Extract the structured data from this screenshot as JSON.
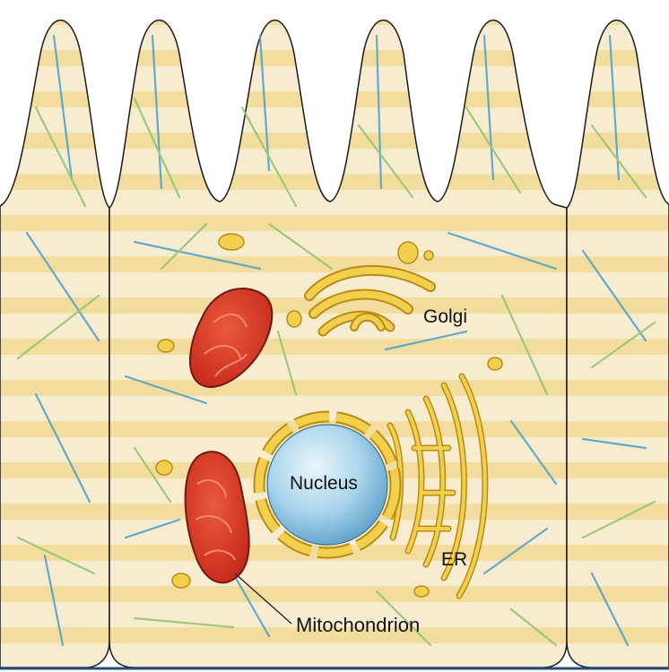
{
  "labels": {
    "golgi": "Golgi",
    "nucleus": "Nucleus",
    "er": "ER",
    "mitochondrion": "Mitochondrion"
  },
  "colors": {
    "cytoplasm": "#f6e8c2",
    "cytoplasm_band": "#f1d98f",
    "outline": "#1a1a1a",
    "mito_fill": "#d9331f",
    "mito_edge": "#8a1c12",
    "organelle": "#f2d04e",
    "organelle_edge": "#b88c14",
    "nucleus_light": "#dff0fa",
    "nucleus_dark": "#6fb0d6",
    "fiber_blue": "#4a9fc7",
    "fiber_green": "#8fc46a"
  }
}
